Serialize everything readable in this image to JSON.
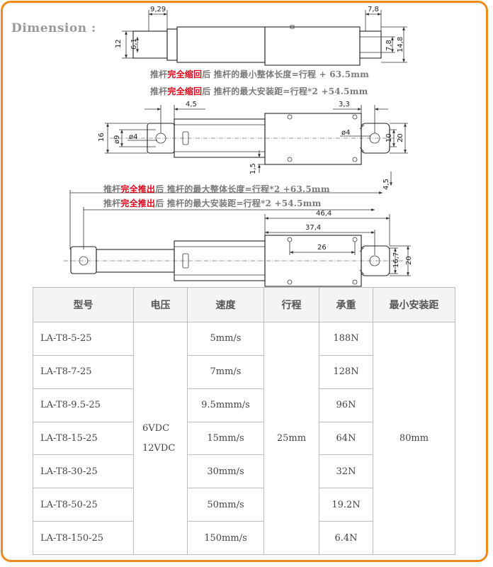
{
  "heading": "Dimension :",
  "notes": {
    "retracted_length": {
      "pre": "推杆",
      "hl": "完全缩回",
      "post": "后 推杆的最小整体长度=行程 + 63.5mm"
    },
    "retracted_install": {
      "pre": "推杆",
      "hl": "完全缩回",
      "post": "后 推杆的最大安装距=行程*2 +54.5mm"
    },
    "extended_length": {
      "pre": "推杆",
      "hl": "完全推出",
      "post": "后 推杆的最大整体长度=行程*2 +63.5mm"
    },
    "extended_install": {
      "pre": "推杆",
      "hl": "完全推出",
      "post": "后 推杆的最大安装距=行程*2 +54.5mm"
    }
  },
  "dims": {
    "d929": "9,29",
    "d78": "7,8",
    "d12": "12",
    "d61": "6,1",
    "d78v": "7,8",
    "d148": "14,8",
    "d45": "4,5",
    "d33": "3,3",
    "d16": "16",
    "d9": "ø9",
    "d4a": "ø4",
    "d4b": "ø4",
    "d10": "10",
    "d20a": "20",
    "d15": "1,5",
    "d45v": "4,5",
    "d464": "46,4",
    "d374": "37,4",
    "d26": "26",
    "d167": "16,7",
    "d20b": "20"
  },
  "table": {
    "headers": [
      "型号",
      "电压",
      "速度",
      "行程",
      "承重",
      "最小安装距"
    ],
    "rows": [
      {
        "model": "LA-T8-5-25",
        "speed": "5mm/s",
        "load": "188N"
      },
      {
        "model": "LA-T8-7-25",
        "speed": "7mm/s",
        "load": "128N"
      },
      {
        "model": "LA-T8-9.5-25",
        "speed": "9.5mmm/s",
        "load": "96N"
      },
      {
        "model": "LA-T8-15-25",
        "speed": "15mm/s",
        "load": "64N"
      },
      {
        "model": "LA-T8-30-25",
        "speed": "30mm/s",
        "load": "32N"
      },
      {
        "model": "LA-T8-50-25",
        "speed": "50mm/s",
        "load": "19.2N"
      },
      {
        "model": "LA-T8-150-25",
        "speed": "150mm/s",
        "load": "6.4N"
      }
    ],
    "voltage": [
      "6VDC",
      "12VDC"
    ],
    "stroke": "25mm",
    "min_install": "80mm"
  },
  "colors": {
    "frame": "#f08a1c",
    "highlight": "#e0001a"
  }
}
